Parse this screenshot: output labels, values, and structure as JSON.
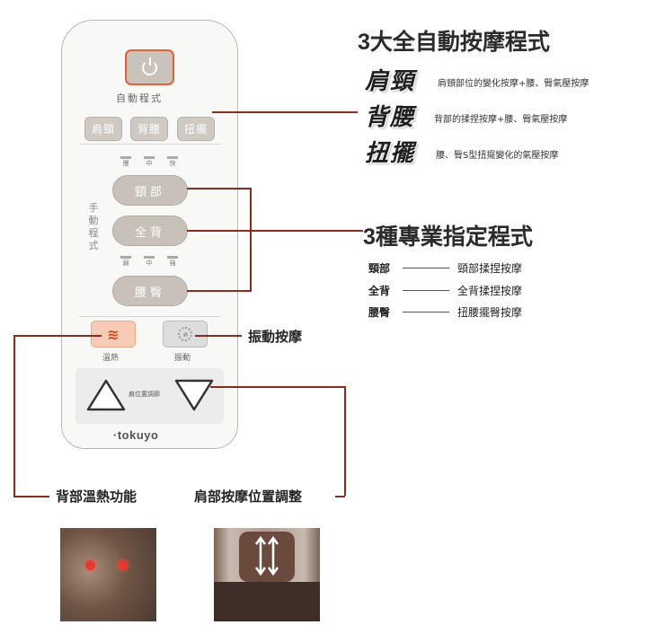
{
  "remote": {
    "auto_label": "自動程式",
    "auto_buttons": [
      "肩頸",
      "背腰",
      "扭擺"
    ],
    "speed_labels": [
      "慢",
      "中",
      "快"
    ],
    "manual_label": [
      "手",
      "動",
      "程",
      "式"
    ],
    "neck_button": "頸部",
    "back_button": "全背",
    "strength_labels": [
      "弱",
      "中",
      "強"
    ],
    "waist_button": "腰臀",
    "heat_label": "溫熱",
    "vibration_label": "振動",
    "shoulder_adjust_label": "肩位置調節",
    "logo": "tokuyo"
  },
  "auto_section": {
    "title": "3大全自動按摩程式",
    "programs": [
      {
        "name": "肩頸",
        "desc": "肩頸部位的變化按摩+腰、臀氣壓按摩"
      },
      {
        "name": "背腰",
        "desc": "背部的揉捏按摩+腰、臀氣壓按摩"
      },
      {
        "name": "扭擺",
        "desc": "腰、臀S型扭擺變化的氣壓按摩"
      }
    ]
  },
  "manual_section": {
    "title": "3種專業指定程式",
    "rows": [
      {
        "name": "頸部",
        "desc": "頸部揉捏按摩"
      },
      {
        "name": "全背",
        "desc": "全背揉捏按摩"
      },
      {
        "name": "腰臀",
        "desc": "扭腰擺臀按摩"
      }
    ]
  },
  "callouts": {
    "vibration": "振動按摩",
    "heat": "背部溫熱功能",
    "shoulder": "肩部按摩位置調整"
  }
}
